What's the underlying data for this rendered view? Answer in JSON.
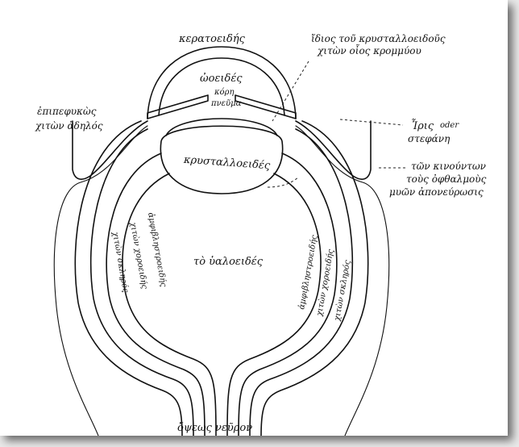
{
  "labels": {
    "keratoeides": "κερατοειδής",
    "kataeides": "ὠοειδές",
    "kore": "κόρη",
    "pneuma": "πνεῦμα",
    "idios_line1": "ἴδιος τοῦ κρυσταλλοειδοῦς",
    "idios_line2": "χιτὼν οἷος κρομμύου",
    "epipephykos": "ἐπιπεφυκὼς",
    "chiton_adelos": "χιτὼν ἀδηλός",
    "iris_word": "Ἶρις",
    "iris_oder": "oder",
    "stephane": "στεφάνη",
    "kinounton_line1": "τῶν κινούντων",
    "kinounton_line2": "τοὺς ὀφθαλμοὺς",
    "kinounton_line3": "μυῶν ἀπονεύρωσις",
    "krystalloeides": "κρυσταλλοειδές",
    "hyaloeides": "τὸ ὑαλοειδές",
    "amphiblestroeides": "ἀμφιβληστροειδής",
    "chiton_choroeides": "χιτὼν χοροειδής",
    "chiton_skleros": "χιτὼν σκληρός",
    "opseos_neuron": "ὄψεως νεῦρον"
  }
}
